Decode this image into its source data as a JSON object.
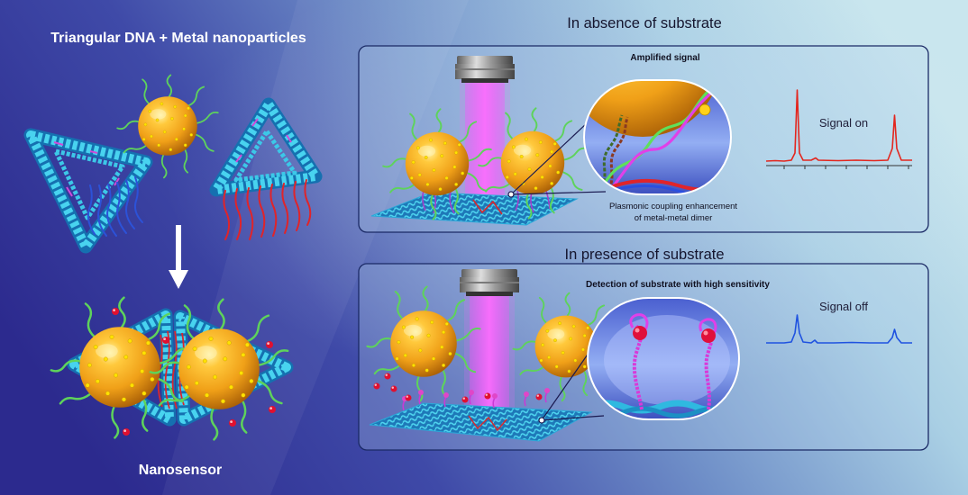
{
  "left": {
    "title": "Triangular DNA + Metal nanoparticles",
    "caption": "Nanosensor"
  },
  "panels": [
    {
      "heading": "In absence of substrate",
      "subtitle": "Amplified signal",
      "note_lines": [
        "Plasmonic coupling enhancement",
        "of metal-metal dimer"
      ],
      "signal_label": "Signal on"
    },
    {
      "heading": "In presence of substrate",
      "subtitle": "Detection of substrate with high sensitivity",
      "signal_label": "Signal off"
    }
  ],
  "colors": {
    "signal_on": "#e3261e",
    "signal_off": "#1f52e0",
    "panel_border": "#1b2a66",
    "gold_nanoparticle": "#f2a51c",
    "dna_origami": "#3cc8e8",
    "laser_beam": "#ff5cff",
    "substrate": "#e01030"
  }
}
